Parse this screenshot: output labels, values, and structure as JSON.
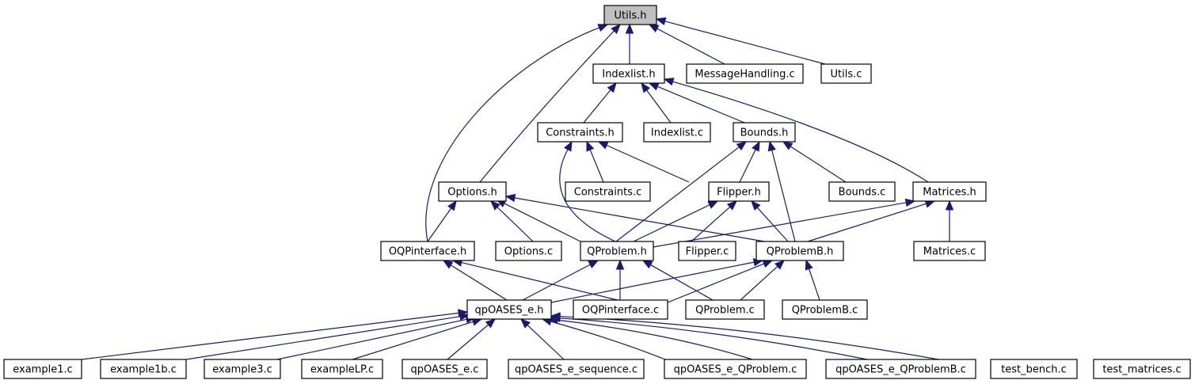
{
  "diagram": {
    "type": "include-dependency-graph",
    "root": "utils_h",
    "colors": {
      "edge": "#191970",
      "root_fill": "#bfbfbf",
      "node_fill": "#ffffff",
      "node_border": "#000000"
    },
    "nodes": [
      {
        "id": "utils_h",
        "label": "Utils.h",
        "root": true
      },
      {
        "id": "indexlist_h",
        "label": "Indexlist.h"
      },
      {
        "id": "messagehandling_c",
        "label": "MessageHandling.c"
      },
      {
        "id": "utils_c",
        "label": "Utils.c"
      },
      {
        "id": "constraints_h",
        "label": "Constraints.h"
      },
      {
        "id": "indexlist_c",
        "label": "Indexlist.c"
      },
      {
        "id": "bounds_h",
        "label": "Bounds.h"
      },
      {
        "id": "options_h",
        "label": "Options.h"
      },
      {
        "id": "constraints_c",
        "label": "Constraints.c"
      },
      {
        "id": "flipper_h",
        "label": "Flipper.h"
      },
      {
        "id": "bounds_c",
        "label": "Bounds.c"
      },
      {
        "id": "matrices_h",
        "label": "Matrices.h"
      },
      {
        "id": "oqpinterface_h",
        "label": "OQPinterface.h"
      },
      {
        "id": "options_c",
        "label": "Options.c"
      },
      {
        "id": "qproblem_h",
        "label": "QProblem.h"
      },
      {
        "id": "flipper_c",
        "label": "Flipper.c"
      },
      {
        "id": "qproblemb_h",
        "label": "QProblemB.h"
      },
      {
        "id": "matrices_c",
        "label": "Matrices.c"
      },
      {
        "id": "qpoases_e_h",
        "label": "qpOASES_e.h"
      },
      {
        "id": "oqpinterface_c",
        "label": "OQPinterface.c"
      },
      {
        "id": "qproblem_c",
        "label": "QProblem.c"
      },
      {
        "id": "qproblemb_c",
        "label": "QProblemB.c"
      },
      {
        "id": "example1_c",
        "label": "example1.c"
      },
      {
        "id": "example1b_c",
        "label": "example1b.c"
      },
      {
        "id": "example3_c",
        "label": "example3.c"
      },
      {
        "id": "examplelp_c",
        "label": "exampleLP.c"
      },
      {
        "id": "qpoases_e_c",
        "label": "qpOASES_e.c"
      },
      {
        "id": "qpoases_e_sequence_c",
        "label": "qpOASES_e_sequence.c"
      },
      {
        "id": "qpoases_e_qproblem_c",
        "label": "qpOASES_e_QProblem.c"
      },
      {
        "id": "qpoases_e_qproblemb_c",
        "label": "qpOASES_e_QProblemB.c"
      },
      {
        "id": "test_bench_c",
        "label": "test_bench.c"
      },
      {
        "id": "test_matrices_c",
        "label": "test_matrices.c"
      }
    ],
    "edges": [
      {
        "from": "oqpinterface_h",
        "to": "utils_h"
      },
      {
        "from": "options_h",
        "to": "utils_h"
      },
      {
        "from": "indexlist_h",
        "to": "utils_h"
      },
      {
        "from": "messagehandling_c",
        "to": "utils_h"
      },
      {
        "from": "utils_c",
        "to": "utils_h"
      },
      {
        "from": "constraints_h",
        "to": "indexlist_h"
      },
      {
        "from": "indexlist_c",
        "to": "indexlist_h"
      },
      {
        "from": "bounds_h",
        "to": "indexlist_h"
      },
      {
        "from": "matrices_h",
        "to": "indexlist_h"
      },
      {
        "from": "qproblem_h",
        "to": "constraints_h"
      },
      {
        "from": "constraints_c",
        "to": "constraints_h"
      },
      {
        "from": "flipper_h",
        "to": "constraints_h"
      },
      {
        "from": "qproblem_h",
        "to": "bounds_h"
      },
      {
        "from": "flipper_h",
        "to": "bounds_h"
      },
      {
        "from": "qproblemb_h",
        "to": "bounds_h"
      },
      {
        "from": "bounds_c",
        "to": "bounds_h"
      },
      {
        "from": "oqpinterface_h",
        "to": "options_h"
      },
      {
        "from": "options_c",
        "to": "options_h"
      },
      {
        "from": "qproblem_h",
        "to": "options_h"
      },
      {
        "from": "qproblemb_h",
        "to": "options_h"
      },
      {
        "from": "qproblem_h",
        "to": "flipper_h"
      },
      {
        "from": "flipper_c",
        "to": "flipper_h"
      },
      {
        "from": "qproblemb_h",
        "to": "flipper_h"
      },
      {
        "from": "qproblem_h",
        "to": "matrices_h"
      },
      {
        "from": "qproblemb_h",
        "to": "matrices_h"
      },
      {
        "from": "matrices_c",
        "to": "matrices_h"
      },
      {
        "from": "qpoases_e_h",
        "to": "oqpinterface_h"
      },
      {
        "from": "oqpinterface_c",
        "to": "oqpinterface_h"
      },
      {
        "from": "qpoases_e_h",
        "to": "qproblem_h"
      },
      {
        "from": "oqpinterface_c",
        "to": "qproblem_h"
      },
      {
        "from": "qproblem_c",
        "to": "qproblem_h"
      },
      {
        "from": "qpoases_e_h",
        "to": "qproblemb_h"
      },
      {
        "from": "oqpinterface_c",
        "to": "qproblemb_h"
      },
      {
        "from": "qproblem_c",
        "to": "qproblemb_h"
      },
      {
        "from": "qproblemb_c",
        "to": "qproblemb_h"
      },
      {
        "from": "example1_c",
        "to": "qpoases_e_h"
      },
      {
        "from": "example1b_c",
        "to": "qpoases_e_h"
      },
      {
        "from": "example3_c",
        "to": "qpoases_e_h"
      },
      {
        "from": "examplelp_c",
        "to": "qpoases_e_h"
      },
      {
        "from": "qpoases_e_c",
        "to": "qpoases_e_h"
      },
      {
        "from": "qpoases_e_sequence_c",
        "to": "qpoases_e_h"
      },
      {
        "from": "qpoases_e_qproblem_c",
        "to": "qpoases_e_h"
      },
      {
        "from": "qpoases_e_qproblemb_c",
        "to": "qpoases_e_h"
      },
      {
        "from": "test_bench_c",
        "to": "qpoases_e_h"
      },
      {
        "from": "test_matrices_c",
        "to": "qpoases_e_h"
      }
    ]
  }
}
